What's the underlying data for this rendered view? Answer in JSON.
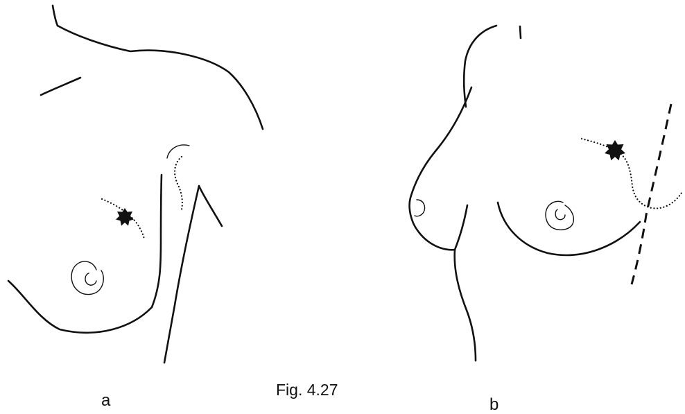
{
  "panels": [
    {
      "label": "a"
    },
    {
      "label": "b"
    }
  ],
  "caption": "Fig. 4.27",
  "colors": {
    "ink": "#111111",
    "background": "#ffffff"
  },
  "marker_icon": "star-icon"
}
